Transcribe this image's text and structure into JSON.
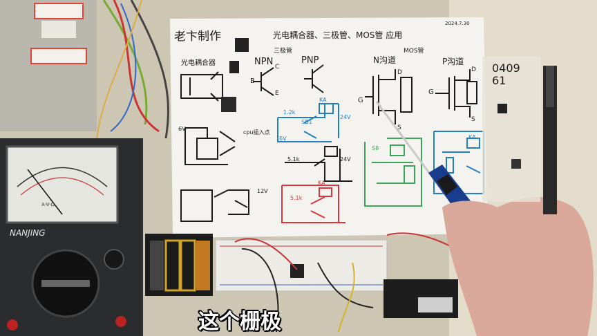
{
  "subtitle": "这个栅极",
  "sheet": {
    "author": "老卞制作",
    "title_line": "光电耦合器、三极管、MOS管 应用",
    "date": "2024.7.30",
    "label_transistor": "三极管",
    "label_mos": "MOS管",
    "optocoupler": "光电耦合器",
    "npn": "NPN",
    "pnp": "PNP",
    "n_channel": "N沟道",
    "p_channel": "P沟道",
    "cpu_input": "cpu插入点",
    "term_b": "B",
    "term_c": "C",
    "term_e": "E",
    "term_g": "G",
    "term_d": "D",
    "term_s": "S",
    "r1": "1.2k",
    "r_51k": "5.1k",
    "sb1": "SB1",
    "ka": "KA",
    "v24": "24V",
    "v6": "6V",
    "v12": "12V",
    "s8": "S8"
  },
  "meter": {
    "brand": "NANJING",
    "scale": "A-V-Ω"
  },
  "component_label": "0409 61",
  "colors": {
    "paper": "#f4f3ef",
    "ink_black": "#1b1b1b",
    "ink_blue": "#1f7fc0",
    "ink_red": "#d8363a",
    "ink_green": "#3aa557",
    "table": "#ddd4bf",
    "meter_body": "#2a2c2e"
  }
}
